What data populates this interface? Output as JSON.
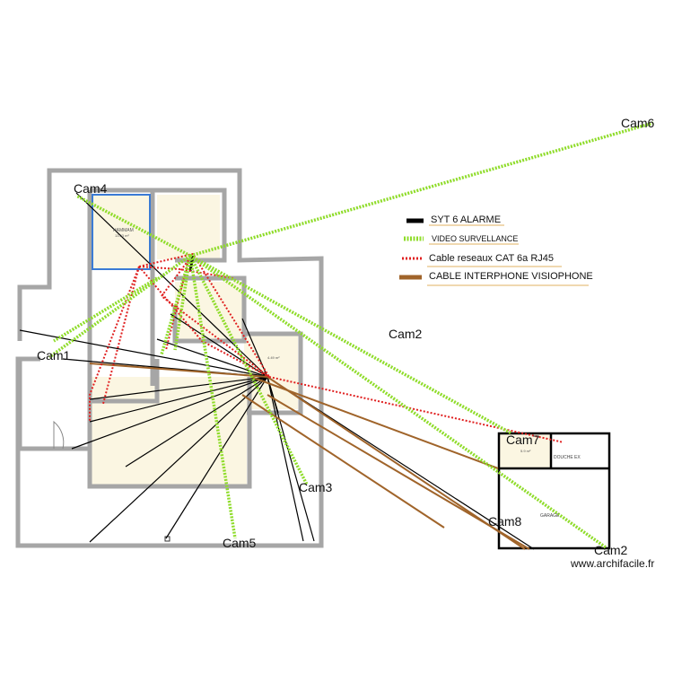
{
  "legend": [
    {
      "label": "SYT 6 ALARME",
      "color": "#000000",
      "style": "solid"
    },
    {
      "label": "VIDEO SURVELLANCE",
      "color": "#8fdc2a",
      "style": "dotted-thick"
    },
    {
      "label": "Cable reseaux CAT 6a RJ45",
      "color": "#e02020",
      "style": "dotted"
    },
    {
      "label": "CABLE INTERPHONE VISIOPHONE",
      "color": "#a0642a",
      "style": "solid"
    }
  ],
  "cameras": {
    "cam1": "Cam1",
    "cam2a": "Cam2",
    "cam2b": "Cam2",
    "cam3": "Cam3",
    "cam4": "Cam4",
    "cam5": "Cam5",
    "cam6": "Cam6",
    "cam7": "Cam7",
    "cam8": "Cam8"
  },
  "rooms": {
    "hammam": "HAMMAM",
    "hammam_area": "13.03 m²",
    "area_small": "4.49 m²",
    "area_annex": "5.9 m²",
    "douche": "DOUCHE EX",
    "garage": "GARAGE"
  },
  "footer": "www.archifacile.fr",
  "colors": {
    "wall": "#a6a6a6",
    "room_fill": "#fbf6e2",
    "hammam_border": "#3a7bd5",
    "alarm": "#000000",
    "video": "#8fdc2a",
    "network": "#e02020",
    "intercom": "#a0642a",
    "legend_underline": "#e0b060"
  }
}
